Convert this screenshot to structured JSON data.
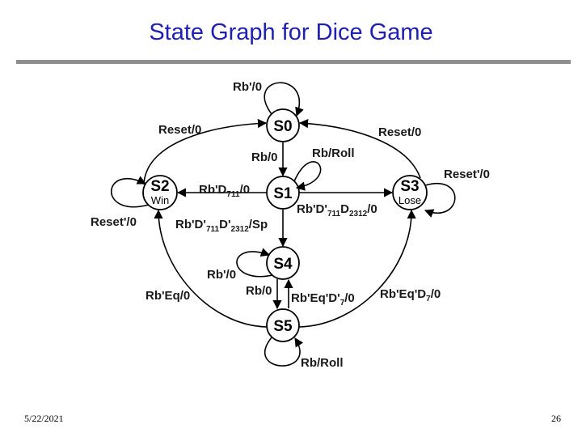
{
  "slide": {
    "title": "State Graph for Dice Game",
    "date": "5/22/2021",
    "page_number": "26",
    "title_color": "#1f1fb4",
    "rule_color": "#8f8f8f"
  },
  "states": {
    "s0": {
      "name": "S0"
    },
    "s1": {
      "name": "S1"
    },
    "s2": {
      "name": "S2",
      "caption": "Win"
    },
    "s3": {
      "name": "S3",
      "caption": "Lose"
    },
    "s4": {
      "name": "S4"
    },
    "s5": {
      "name": "S5"
    }
  },
  "transitions": {
    "s0_self": "Rb'/0",
    "s2_to_s0": "Reset/0",
    "s3_to_s0": "Reset/0",
    "s0_to_s1": "Rb/0",
    "s1_self": "Rb/Roll",
    "s3_self": "Reset'/0",
    "s2_self": "Reset'/0",
    "s1_to_s2": {
      "text": "Rb'D",
      "sub": "711",
      "tail": "/0"
    },
    "s1_to_s3": {
      "t1": "Rb'D'",
      "s1": "711",
      "t2": "D",
      "s2": "2312",
      "t3": "/0"
    },
    "s1_to_s4": {
      "t1": "Rb'D'",
      "s1": "711",
      "t2": "D'",
      "s2": "2312",
      "t3": "/Sp"
    },
    "s4_self": "Rb'/0",
    "s4_to_s5": "Rb/0",
    "s5_to_s4": {
      "t1": "Rb'Eq'D'",
      "s1": "7",
      "t2": "/0"
    },
    "s5_to_s2": "Rb'Eq/0",
    "s5_to_s3": {
      "t1": "Rb'Eq'D",
      "s1": "7",
      "t2": "/0"
    },
    "s5_self": "Rb/Roll"
  }
}
